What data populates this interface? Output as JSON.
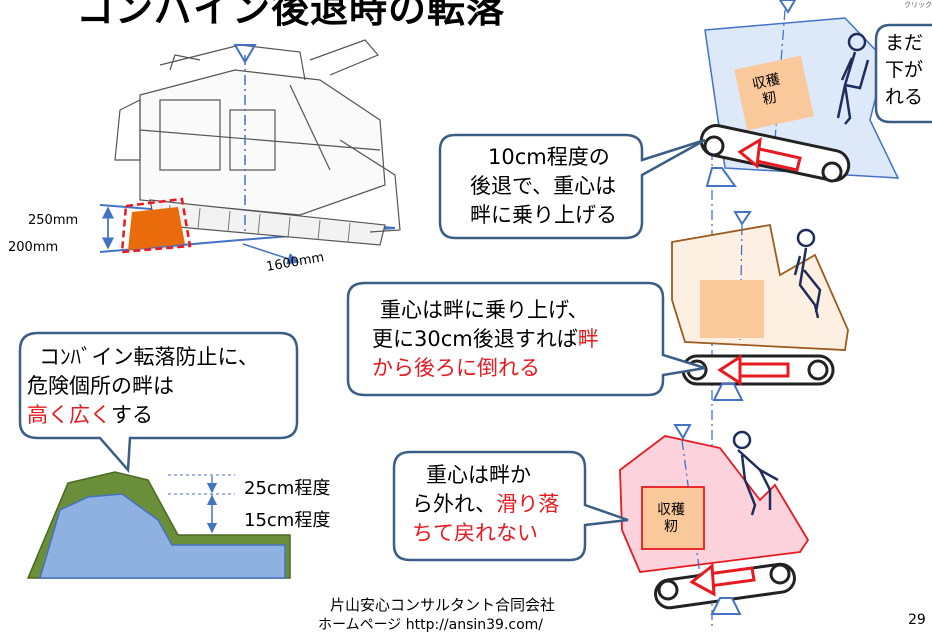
{
  "title": "コンバイン後退時の転落",
  "corner_note": "クリック",
  "dims": {
    "d250": "250mm",
    "d200": "200mm",
    "d1600": "1600mm"
  },
  "callouts": {
    "c1": {
      "line1": "10cm程度の",
      "line2": "後退で、重心は",
      "line3": "畔に乗り上げる"
    },
    "c2": {
      "line1": "重心は畔に乗り上げ、",
      "line2a": "更に30cm後退すれば",
      "line2b": "畔",
      "line3": "から後ろに倒れる"
    },
    "c3": {
      "line1": "コﾝﾊﾞイン転落防止に、",
      "line2": "危険個所の畔は",
      "line3a": "高く広く",
      "line3b": "する"
    },
    "c4": {
      "line1": "重心は畔か",
      "line2a": "ら外れ、",
      "line2b": "滑り落",
      "line3": "ちて戻れない"
    },
    "c5": {
      "line1": "まだ",
      "line2": "下が",
      "line3": "れる"
    }
  },
  "heights": {
    "h25": "25cm程度",
    "h15": "15cm程度"
  },
  "grain_label": "収穫籾",
  "grain_label_lines": [
    "収穫",
    "籾"
  ],
  "footer": {
    "company": "片山安心コンサルタント合同会社",
    "homepage": "ホームページ http://ansin39.com/"
  },
  "page_number": "29",
  "colors": {
    "accent_red": "#e8191f",
    "callout_border": "#3a5e86",
    "ridge_green": "#6b8e3a",
    "ridge_blue": "#8eb1e2"
  }
}
